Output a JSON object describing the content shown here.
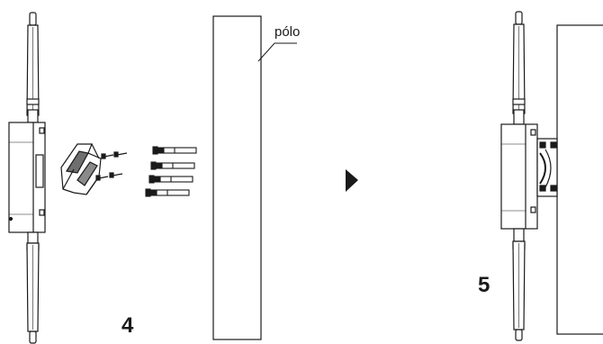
{
  "labels": {
    "pole": "pólo",
    "step_left": "4",
    "step_right": "5"
  },
  "icons": [
    "antenna-unit",
    "mounting-bracket",
    "screw",
    "anchor-bolt",
    "pole",
    "arrow-right-icon"
  ],
  "colors": {
    "line": "#1a1a1a",
    "background": "#ffffff"
  }
}
